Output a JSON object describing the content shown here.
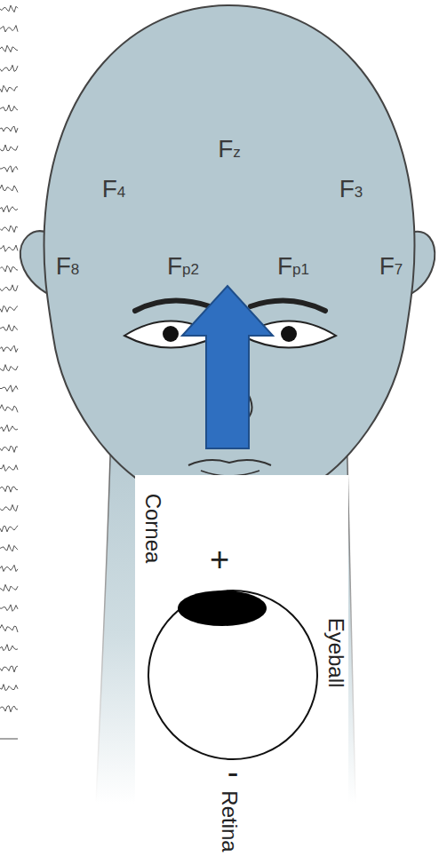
{
  "diagram": {
    "labels": [
      "Fz",
      "F4",
      "F3",
      "F8",
      "Fp2",
      "Fp1",
      "F7",
      "Cornea",
      "+",
      "Eyeball",
      "-",
      "Retina"
    ]
  }
}
